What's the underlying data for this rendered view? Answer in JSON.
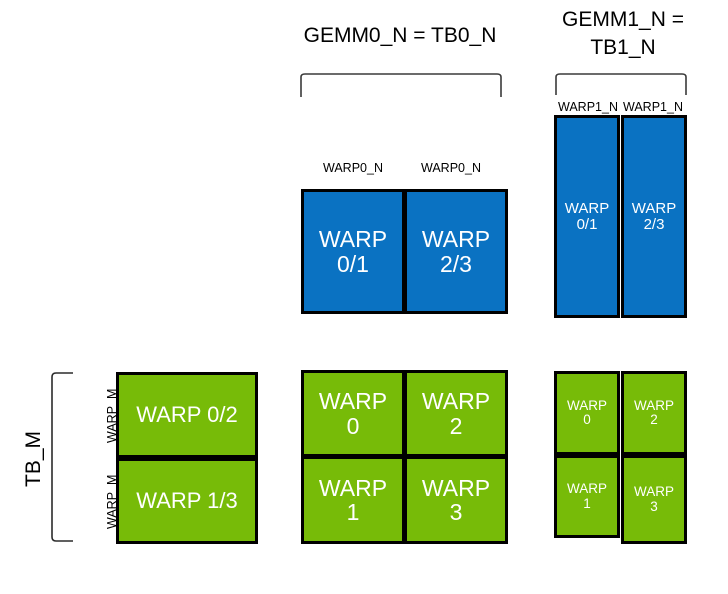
{
  "diagram": {
    "title_gemm0": "GEMM0_N = TB0_N",
    "title_gemm1_line1": "GEMM1_N =",
    "title_gemm1_line2": "TB1_N",
    "tb_m_label": "TB_M",
    "labels": {
      "warp0_n_left": "WARP0_N",
      "warp0_n_right": "WARP0_N",
      "warp1_n_left": "WARP1_N",
      "warp1_n_right": "WARP1_N",
      "warp_m_top": "WARP_M",
      "warp_m_bottom": "WARP_M"
    },
    "colors": {
      "blue": "#0a72c2",
      "green": "#77bb08",
      "outline": "#000000",
      "text_on_fill": "#ffffff",
      "background": "#ffffff"
    },
    "groups": {
      "blue_middle": {
        "cells": [
          {
            "line1": "WARP",
            "line2": "0/1"
          },
          {
            "line1": "WARP",
            "line2": "2/3"
          }
        ]
      },
      "blue_right": {
        "cells": [
          {
            "line1": "WARP",
            "line2": "0/1"
          },
          {
            "line1": "WARP",
            "line2": "2/3"
          }
        ]
      },
      "green_left": {
        "cells": [
          {
            "text": "WARP 0/2"
          },
          {
            "text": "WARP 1/3"
          }
        ]
      },
      "green_middle": {
        "cells": [
          {
            "line1": "WARP",
            "line2": "0"
          },
          {
            "line1": "WARP",
            "line2": "2"
          },
          {
            "line1": "WARP",
            "line2": "1"
          },
          {
            "line1": "WARP",
            "line2": "3"
          }
        ]
      },
      "green_right": {
        "cells": [
          {
            "line1": "WARP",
            "line2": "0"
          },
          {
            "line1": "WARP",
            "line2": "2"
          },
          {
            "line1": "WARP",
            "line2": "1"
          },
          {
            "line1": "WARP",
            "line2": "3"
          }
        ]
      }
    }
  }
}
